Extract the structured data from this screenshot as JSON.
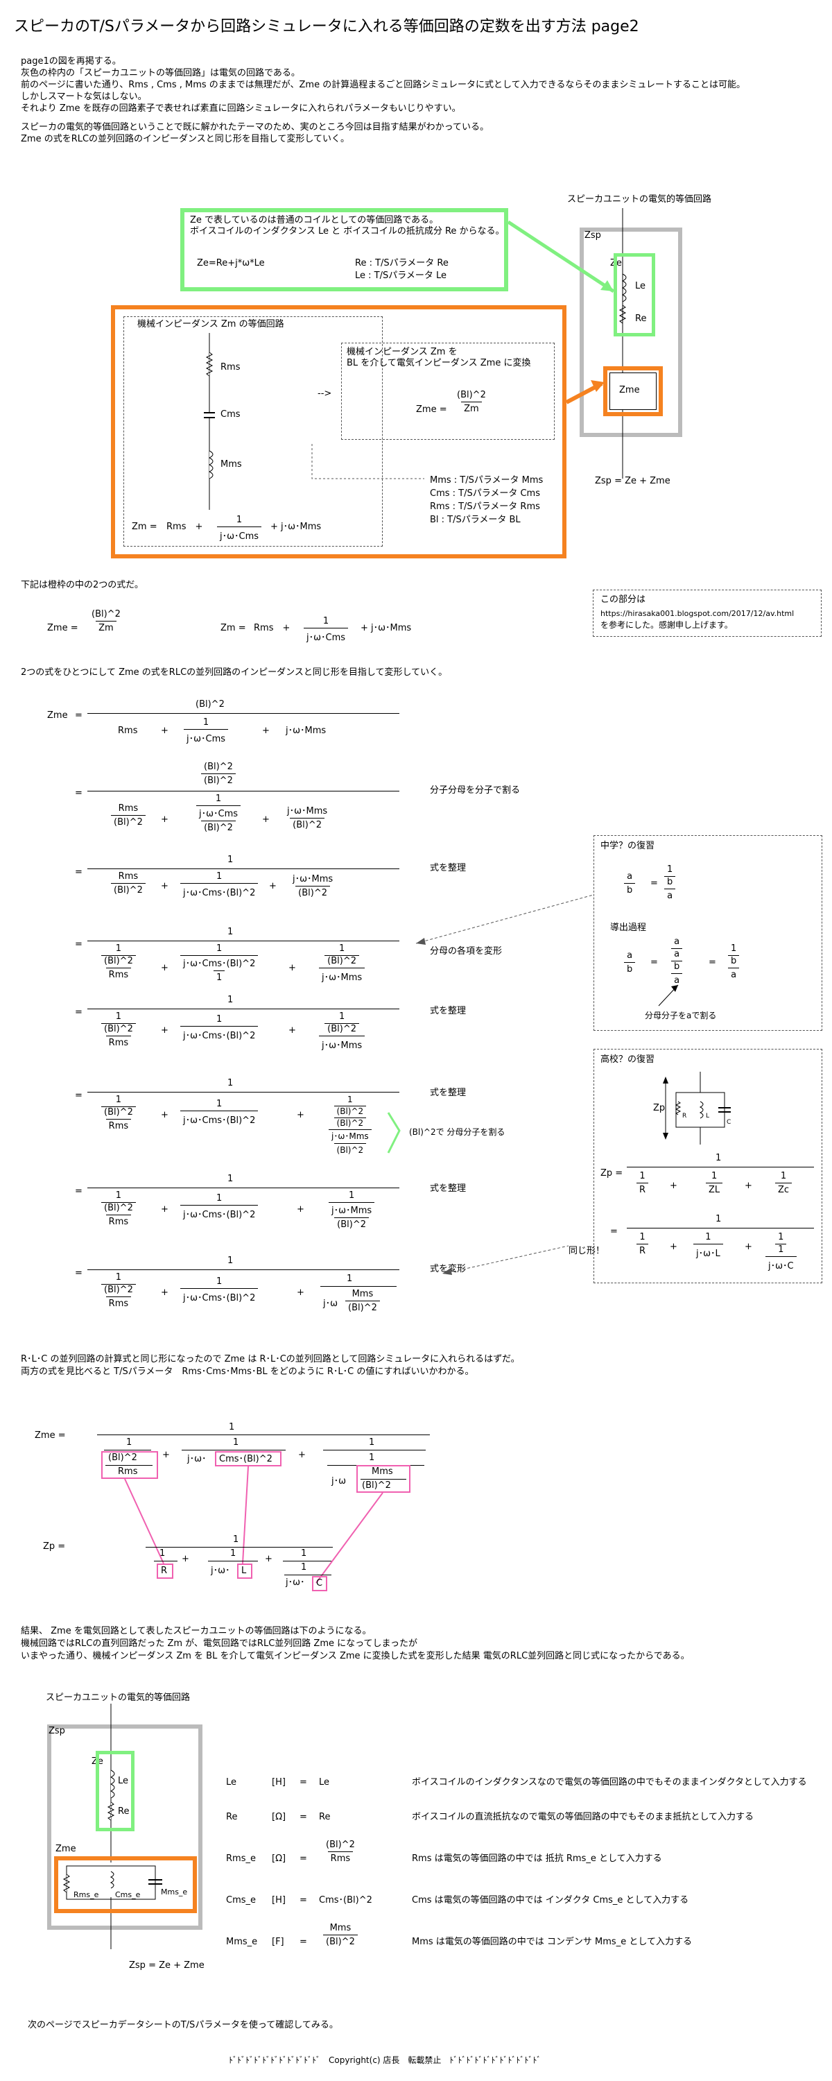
{
  "title": "スピーカのT/Sパラメータから回路シミュレータに入れる等価回路の定数を出す方法 page2",
  "intro": [
    "page1の図を再掲する。",
    "灰色の枠内の「スピーカユニットの等価回路」は電気の回路である。",
    "前のページに書いた通り、Rms , Cms , Mms のままでは無理だが、Zme の計算過程まるごと回路シミュレータに式として入力できるならそのままシミュレートすることは可能。",
    "しかしスマートな気はしない。",
    "それより Zme を既存の回路素子で表せれば素直に回路シミュレータに入れられパラメータもいじりやすい。",
    "",
    "スピーカの電気的等価回路ということで既に解かれたテーマのため、実のところ今回は目指す結果がわかっている。",
    "Zme の式をRLCの並列回路のインピーダンスと同じ形を目指して変形していく。"
  ],
  "fig1": {
    "unit_title": "スピーカユニットの電気的等価回路",
    "zsp": "Zsp",
    "ze": "Ze",
    "le": "Le",
    "re": "Re",
    "zme": "Zme",
    "zsp_eq": "Zsp = Ze + Zme",
    "green_line1": "Ze で表しているのは普通のコイルとしての等価回路である。",
    "green_line2": "ボイスコイルのインダクタンス Le と ボイスコイルの抵抗成分 Re からなる。",
    "ze_eq": "Ze=Re+j*ω*Le",
    "re_def": "Re : T/Sパラメータ Re",
    "le_def": "Le : T/Sパラメータ Le",
    "mech_title": "機械インピーダンス Zm の等価回路",
    "rms": "Rms",
    "cms": "Cms",
    "mms": "Mms",
    "arrow": "-->",
    "conv1": "機械インピーダンス Zm を",
    "conv2": "BL を介して電気インピーダンス Zme に変換",
    "zme_lhs": "Zme =",
    "bl2": "(Bl)^2",
    "zm": "Zm",
    "zm_lhs": "Zm =",
    "rms_plus": "Rms　+",
    "one": "1",
    "jwcms": "j･ω･Cms",
    "plus_jwmms": "+ j･ω･Mms",
    "defs": [
      "Mms : T/Sパラメータ Mms",
      "Cms : T/Sパラメータ Cms",
      "Rms : T/Sパラメータ Rms",
      "Bl : T/Sパラメータ BL"
    ]
  },
  "s2": {
    "intro": "下記は橙枠の中の2つの式だ。",
    "zme_lhs": "Zme =",
    "zm_lhs": "Zm =",
    "rms_plus": "Rms　+",
    "plus_jwmms": "+ j･ω･Mms",
    "ref1": "この部分は",
    "ref2": "https://hirasaka001.blogspot.com/2017/12/av.html",
    "ref3": "を参考にした。感謝申し上げます。",
    "goal": "2つの式をひとつにして Zme の式をRLCの並列回路のインピーダンスと同じ形を目指して変形していく。"
  },
  "deriv": {
    "zme": "Zme",
    "eq": "=",
    "plus": "+",
    "bl2": "(Bl)^2",
    "one": "1",
    "rms": "Rms",
    "jwcms": "j･ω･Cms",
    "jwmms": "j･ω･Mms",
    "jwcmsbl2": "j･ω･Cms･(Bl)^2",
    "jcmsbl2": "j･ω･Cms･(Bl)^2",
    "jw": "j･ω",
    "mms": "Mms",
    "notes": [
      "分子分母を分子で割る",
      "式を整理",
      "分母の各項を変形",
      "式を整理",
      "式を整理",
      "(Bl)^2で 分母分子を割る",
      "式を整理",
      "式を変形"
    ]
  },
  "side1": {
    "title": "中学？の復習",
    "a": "a",
    "b": "b",
    "one": "1",
    "eq": "=",
    "sub": "導出過程",
    "note": "分母分子をaで割る"
  },
  "side2": {
    "title": "高校？の復習",
    "zp": "Zp",
    "zp_eq": "Zp =",
    "r": "R",
    "zl": "ZL",
    "zc": "Zc",
    "one": "1",
    "plus": "+",
    "jwl": "j･ω･L",
    "jwc": "j･ω･C",
    "same": "同じ形！",
    "rl": "R",
    "ll": "L",
    "cl": "C"
  },
  "s3": {
    "line1": "R･L･C の並列回路の計算式と同じ形になったので Zme は R･L･Cの並列回路として回路シミュレータに入れられるはずだ。",
    "line2": "両方の式を見比べると T/Sパラメータ　Rms･Cms･Mms･BL をどのように R･L･C の値にすればいいかわかる。",
    "zme_lhs": "Zme =",
    "zp_lhs": "Zp =",
    "bl2": "(Bl)^2",
    "rms": "Rms",
    "jw": "j･ω･",
    "cmsbl2": "Cms･(Bl)^2",
    "jwsp": "j･ω",
    "mms": "Mms",
    "one": "1",
    "plus": "+",
    "r": "R",
    "jwdot": "j･ω･",
    "l": "L",
    "jwcdot": "j･ω･",
    "c": "C"
  },
  "s4": {
    "line1": "結果、 Zme を電気回路として表したスピーカユニットの等価回路は下のようになる。",
    "line2": "機械回路ではRLCの直列回路だった Zm が、電気回路ではRLC並列回路 Zme になってしまったが",
    "line3": "いまやった通り、機械インピーダンス Zm を BL を介して電気インピーダンス Zme に変換した式を変形した結果 電気のRLC並列回路と同じ式になったからである。"
  },
  "fig2": {
    "title": "スピーカユニットの電気的等価回路",
    "zsp": "Zsp",
    "ze": "Ze",
    "le": "Le",
    "re": "Re",
    "zme": "Zme",
    "rms_e": "Rms_e",
    "cms_e": "Cms_e",
    "mms_e": "Mms_e",
    "zsp_eq": "Zsp = Ze + Zme"
  },
  "table": [
    {
      "name": "Le",
      "unit": "[H]",
      "eq": "=",
      "val": "Le",
      "desc": "ボイスコイルのインダクタンスなので電気の等価回路の中でもそのままインダクタとして入力する"
    },
    {
      "name": "Re",
      "unit": "[Ω]",
      "eq": "=",
      "val": "Re",
      "desc": "ボイスコイルの直流抵抗なので電気の等価回路の中でもそのまま抵抗として入力する"
    },
    {
      "name": "Rms_e",
      "unit": "[Ω]",
      "eq": "=",
      "num": "(Bl)^2",
      "den": "Rms",
      "desc": "Rms は電気の等価回路の中では 抵抗 Rms_e として入力する"
    },
    {
      "name": "Cms_e",
      "unit": "[H]",
      "eq": "=",
      "val": "Cms･(Bl)^2",
      "desc": "Cms は電気の等価回路の中では インダクタ Cms_e として入力する"
    },
    {
      "name": "Mms_e",
      "unit": "[F]",
      "eq": "=",
      "num": "Mms",
      "den": "(Bl)^2",
      "desc": "Mms は電気の等価回路の中では コンデンサ Mms_e として入力する"
    }
  ],
  "footer": {
    "next": "次のページでスピーカデータシートのT/Sパラメータを使って確認してみる。",
    "copyright": "ﾄﾞﾄﾞﾄﾞﾄﾞﾄﾞﾄﾞﾄﾞﾄﾞﾄﾞﾄﾞﾄﾞ　Copyright(c) 店長　転載禁止　ﾄﾞﾄﾞﾄﾞﾄﾞﾄﾞﾄﾞﾄﾞﾄﾞﾄﾞﾄﾞﾄﾞ"
  },
  "colors": {
    "green": "#80f080",
    "orange": "#f58220",
    "gray": "#bbbbbb",
    "pink": "#f060b0"
  }
}
